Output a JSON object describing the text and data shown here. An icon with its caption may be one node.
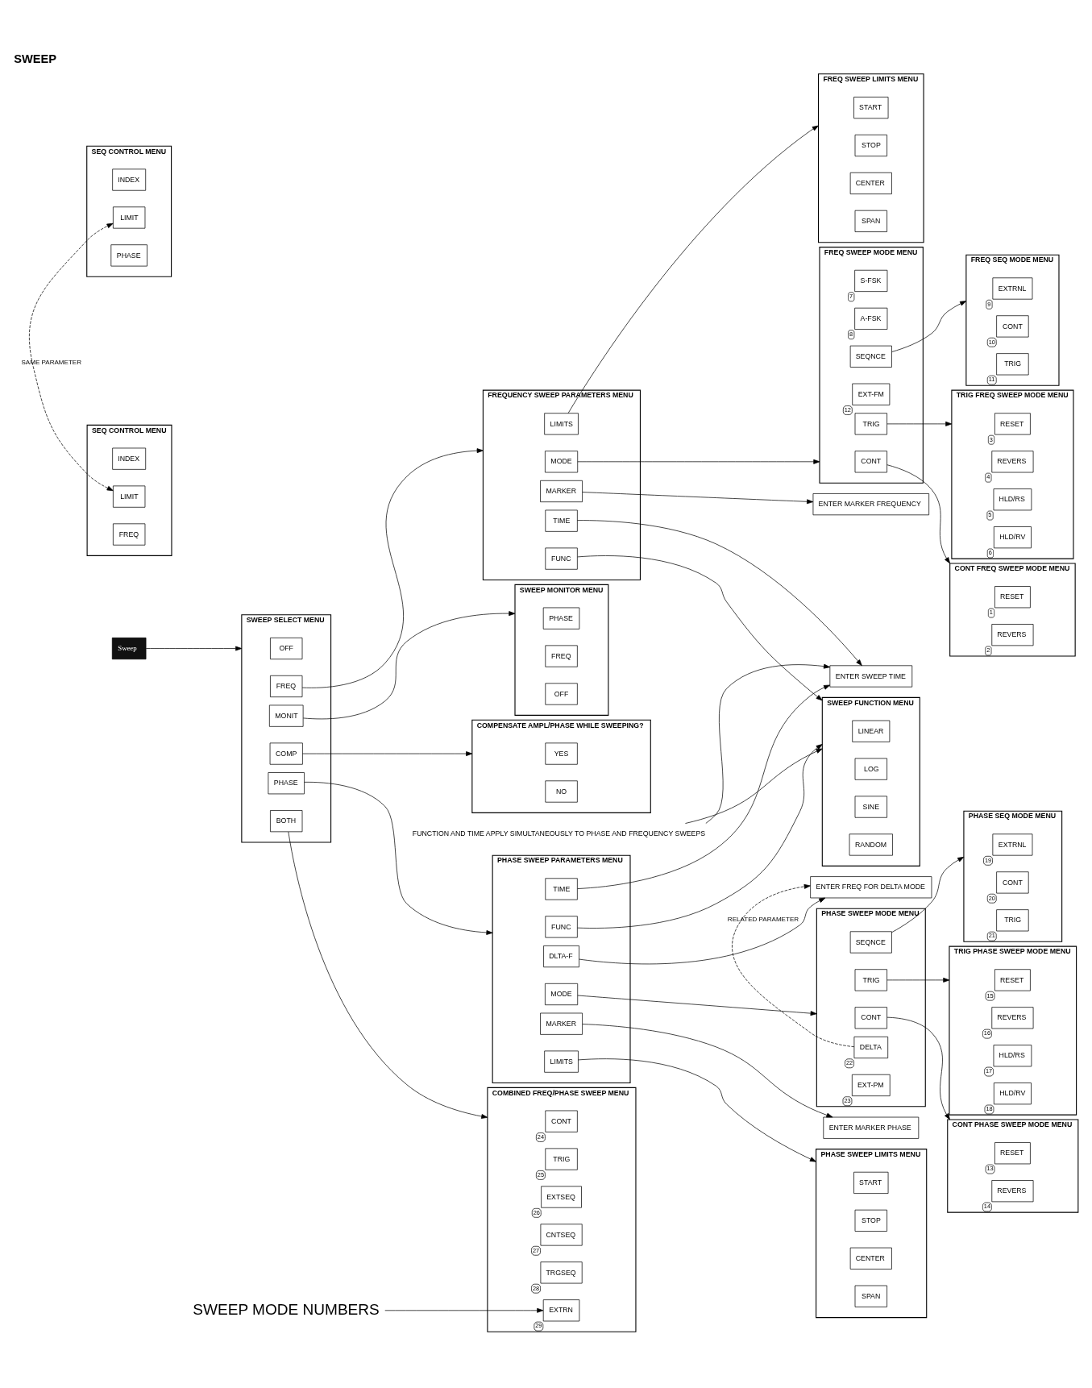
{
  "diagram": {
    "title": "SWEEP",
    "nodes": [
      {
        "text": [
          "Sweep"
        ]
      },
      {
        "text": [
          "SWEEP SELECT MENU"
        ]
      },
      {
        "text": [
          "OFF"
        ],
        "in": 1
      },
      {
        "text": [
          "FREQ"
        ],
        "in": 1
      },
      {
        "text": [
          "PHASE"
        ],
        "in": 1
      },
      {
        "text": [
          "BOTH"
        ],
        "in": 1
      },
      {
        "text": [
          "COMP"
        ],
        "in": 1
      },
      {
        "text": [
          "MONIT"
        ],
        "in": 1
      },
      {
        "text": [
          "FREQUENCY SWEEP PARAMETERS MENU"
        ]
      },
      {
        "text": [
          "MODE"
        ],
        "in": 8
      },
      {
        "text": [
          "LIMITS"
        ],
        "in": 8
      },
      {
        "text": [
          "MARKER"
        ],
        "in": 8
      },
      {
        "text": [
          "FUNC"
        ],
        "in": 8
      },
      {
        "text": [
          "TIME"
        ],
        "in": 8
      },
      {
        "text": [
          "FREQ SWEEP MODE MENU"
        ]
      },
      {
        "text": [
          "CONT"
        ],
        "in": 14
      },
      {
        "text": [
          "TRIG"
        ],
        "in": 14
      },
      {
        "text": [
          "S-FSK"
        ],
        "in": 14,
        "beside": [
          "7"
        ]
      },
      {
        "text": [
          "A-FSK"
        ],
        "in": 14,
        "beside": [
          "8"
        ]
      },
      {
        "text": [
          "SEQNCE"
        ],
        "in": 14
      },
      {
        "text": [
          "EXT-FM"
        ],
        "in": 14,
        "beside": [
          "12"
        ]
      },
      {
        "text": [
          "CONT FREQ SWEEP MODE MENU"
        ]
      },
      {
        "text": [
          "RESET"
        ],
        "in": 21,
        "beside": [
          "1"
        ]
      },
      {
        "text": [
          "REVERS"
        ],
        "in": 21,
        "beside": [
          "2"
        ]
      },
      {
        "text": [
          "TRIG FREQ SWEEP MODE MENU"
        ]
      },
      {
        "text": [
          "RESET"
        ],
        "in": 24,
        "beside": [
          "3"
        ]
      },
      {
        "text": [
          "REVERS"
        ],
        "in": 24,
        "beside": [
          "4"
        ]
      },
      {
        "text": [
          "HLD/RS"
        ],
        "in": 24,
        "beside": [
          "5"
        ]
      },
      {
        "text": [
          "HLD/RV"
        ],
        "in": 24,
        "beside": [
          "6"
        ]
      },
      {
        "text": [
          "FREQ SEQ MODE MENU"
        ]
      },
      {
        "text": [
          "EXTRNL"
        ],
        "in": 29,
        "beside": [
          "9"
        ]
      },
      {
        "text": [
          "CONT"
        ],
        "in": 29,
        "beside": [
          "10"
        ]
      },
      {
        "text": [
          "TRIG"
        ],
        "in": 29,
        "beside": [
          "11"
        ]
      },
      {
        "text": [
          "SEQ CONTROL MENU"
        ]
      },
      {
        "text": [
          "INDEX"
        ],
        "in": 33
      },
      {
        "text": [
          "LIMIT"
        ],
        "in": 33
      },
      {
        "text": [
          "FREQ"
        ],
        "in": 33
      },
      {
        "text": [
          "FREQ SWEEP LIMITS MENU"
        ]
      },
      {
        "text": [
          "START"
        ],
        "in": 37
      },
      {
        "text": [
          "STOP"
        ],
        "in": 37
      },
      {
        "text": [
          "CENTER"
        ],
        "in": 37
      },
      {
        "text": [
          "SPAN"
        ],
        "in": 37
      },
      {
        "text": [
          "ENTER MARKER FREQUENCY"
        ]
      },
      {
        "text": [
          "SWEEP FUNCTION MENU"
        ]
      },
      {
        "text": [
          "LINEAR"
        ],
        "in": 43
      },
      {
        "text": [
          "LOG"
        ],
        "in": 43
      },
      {
        "text": [
          "SINE"
        ],
        "in": 43
      },
      {
        "text": [
          "RANDOM"
        ],
        "in": 43
      },
      {
        "text": [
          "ENTER SWEEP TIME"
        ]
      },
      {
        "text": [
          "PHASE SWEEP PARAMETERS MENU"
        ]
      },
      {
        "text": [
          "FUNC"
        ],
        "in": 49
      },
      {
        "text": [
          "TIME"
        ],
        "in": 49
      },
      {
        "text": [
          "MODE"
        ],
        "in": 49
      },
      {
        "text": [
          "DLTA-F"
        ],
        "in": 49
      },
      {
        "text": [
          "LIMITS"
        ],
        "in": 49
      },
      {
        "text": [
          "MARKER"
        ],
        "in": 49
      },
      {
        "text": [
          "PHASE SWEEP MODE MENU"
        ]
      },
      {
        "text": [
          "CONT"
        ],
        "in": 56
      },
      {
        "text": [
          "TRIG"
        ],
        "in": 56
      },
      {
        "text": [
          "SEQNCE"
        ],
        "in": 56
      },
      {
        "text": [
          "DELTA"
        ],
        "in": 56,
        "beside": [
          "22"
        ]
      },
      {
        "text": [
          "EXT-PM"
        ],
        "in": 56,
        "beside": [
          "23"
        ]
      },
      {
        "text": [
          "CONT PHASE SWEEP MODE MENU"
        ]
      },
      {
        "text": [
          "RESET"
        ],
        "in": 62,
        "beside": [
          "13"
        ]
      },
      {
        "text": [
          "REVERS"
        ],
        "in": 62,
        "beside": [
          "14"
        ]
      },
      {
        "text": [
          "TRIG PHASE SWEEP MODE MENU"
        ]
      },
      {
        "text": [
          "RESET"
        ],
        "in": 65,
        "beside": [
          "15"
        ]
      },
      {
        "text": [
          "REVERS"
        ],
        "in": 65,
        "beside": [
          "16"
        ]
      },
      {
        "text": [
          "HLD/RS"
        ],
        "in": 65,
        "beside": [
          "17"
        ]
      },
      {
        "text": [
          "HLD/RV"
        ],
        "in": 65,
        "beside": [
          "18"
        ]
      },
      {
        "text": [
          "PHASE SEQ MODE MENU"
        ]
      },
      {
        "text": [
          "EXTRNL"
        ],
        "in": 70,
        "beside": [
          "19"
        ]
      },
      {
        "text": [
          "CONT"
        ],
        "in": 70,
        "beside": [
          "20"
        ]
      },
      {
        "text": [
          "TRIG"
        ],
        "in": 70,
        "beside": [
          "21"
        ]
      },
      {
        "text": [
          "SEQ CONTROL MENU"
        ]
      },
      {
        "text": [
          "INDEX"
        ],
        "in": 74
      },
      {
        "text": [
          "LIMIT"
        ],
        "in": 74
      },
      {
        "text": [
          "PHASE"
        ],
        "in": 74
      },
      {
        "text": [
          "ENTER FREQ FOR DELTA MODE"
        ]
      },
      {
        "text": [
          "PHASE SWEEP LIMITS MENU"
        ]
      },
      {
        "text": [
          "START"
        ],
        "in": 79
      },
      {
        "text": [
          "STOP"
        ],
        "in": 79
      },
      {
        "text": [
          "CENTER"
        ],
        "in": 79
      },
      {
        "text": [
          "SPAN"
        ],
        "in": 79
      },
      {
        "text": [
          "ENTER MARKER PHASE"
        ]
      },
      {
        "text": [
          "COMBINED FREQ/PHASE SWEEP MENU"
        ]
      },
      {
        "text": [
          "CONT"
        ],
        "in": 85,
        "beside": [
          "24"
        ]
      },
      {
        "text": [
          "TRIG"
        ],
        "in": 85,
        "beside": [
          "25"
        ]
      },
      {
        "text": [
          "EXTSEQ"
        ],
        "in": 85,
        "beside": [
          "26"
        ]
      },
      {
        "text": [
          "CNTSEQ"
        ],
        "in": 85,
        "beside": [
          "27"
        ]
      },
      {
        "text": [
          "TRGSEQ"
        ],
        "in": 85,
        "beside": [
          "28"
        ]
      },
      {
        "text": [
          "EXTRN"
        ],
        "in": 85,
        "beside": [
          "29"
        ]
      },
      {
        "text": [
          "COMPENSATE AMPL/PHASE WHILE SWEEPING?"
        ]
      },
      {
        "text": [
          "YES"
        ],
        "in": 92
      },
      {
        "text": [
          "NO"
        ],
        "in": 92
      },
      {
        "text": [
          "SWEEP MONITOR MENU"
        ]
      },
      {
        "text": [
          "PHASE"
        ],
        "in": 95
      },
      {
        "text": [
          "FREQ"
        ],
        "in": 95
      },
      {
        "text": [
          "OFF"
        ],
        "in": 95
      },
      {
        "text": [
          "FUNCTION AND TIME APPLY SIMULTANEOUSLY TO PHASE AND FREQUENCY SWEEPS"
        ]
      },
      {
        "text": [
          "SWEEP MODE NUMBERS"
        ]
      }
    ],
    "edges": [
      {
        "from": 0,
        "to": 1,
        "arrow": "to"
      },
      {
        "from": 3,
        "to": 8,
        "arrow": "to"
      },
      {
        "from": 4,
        "to": 49,
        "arrow": "to"
      },
      {
        "from": 5,
        "to": 85,
        "arrow": "to"
      },
      {
        "from": 6,
        "to": 92,
        "arrow": "to"
      },
      {
        "from": 7,
        "to": 95,
        "arrow": "to"
      },
      {
        "from": 9,
        "to": 14,
        "arrow": "to"
      },
      {
        "from": 15,
        "to": 21,
        "arrow": "to"
      },
      {
        "from": 16,
        "to": 24,
        "arrow": "to"
      },
      {
        "from": 19,
        "to": 29,
        "arrow": "to"
      },
      {
        "from": 10,
        "to": 37,
        "arrow": "to"
      },
      {
        "from": 11,
        "to": 42,
        "arrow": "to"
      },
      {
        "from": 12,
        "to": 43,
        "arrow": "to"
      },
      {
        "from": 13,
        "to": 48,
        "arrow": "to"
      },
      {
        "from": 50,
        "to": 43,
        "arrow": "to"
      },
      {
        "from": 51,
        "to": 48,
        "arrow": "to"
      },
      {
        "from": 52,
        "to": 56,
        "arrow": "to"
      },
      {
        "from": 57,
        "to": 62,
        "arrow": "to"
      },
      {
        "from": 58,
        "to": 65,
        "arrow": "to"
      },
      {
        "from": 59,
        "to": 70,
        "arrow": "to"
      },
      {
        "from": 53,
        "to": 78,
        "arrow": "to"
      },
      {
        "from": 54,
        "to": 79,
        "arrow": "to"
      },
      {
        "from": 55,
        "to": 84,
        "arrow": "to"
      },
      {
        "from": 35,
        "to": 76,
        "arrow": "both",
        "style": "dashed",
        "label": "SAME PARAMETER"
      },
      {
        "from": 60,
        "to": 78,
        "arrow": "to",
        "style": "dashed",
        "label": "RELATED PARAMETER"
      },
      {
        "from": 99,
        "to": 43,
        "arrow": "to"
      },
      {
        "from": 99,
        "to": 48,
        "arrow": "to"
      },
      {
        "from": 100,
        "to": 91,
        "arrow": "to"
      }
    ]
  }
}
